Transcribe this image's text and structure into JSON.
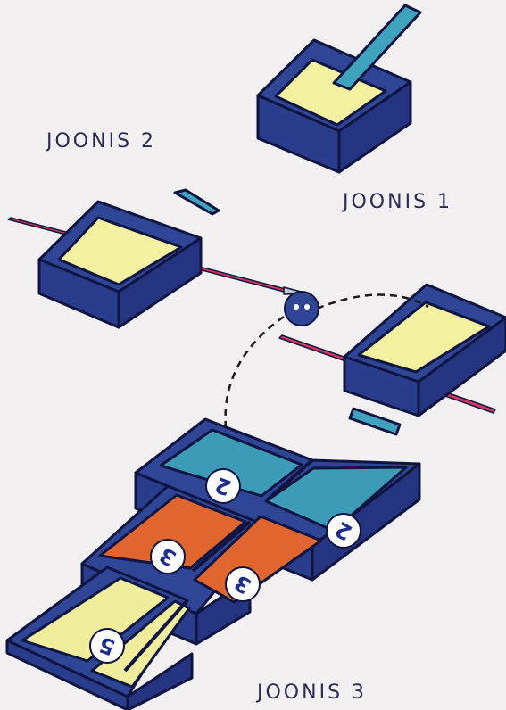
{
  "labels": {
    "fig1": "JOONIS 1",
    "fig2": "JOONIS 2",
    "fig3": "JOONIS 3"
  },
  "box_numbers": [
    "2",
    "2",
    "3",
    "3",
    "5"
  ],
  "colors": {
    "box_blue": "#2f4596",
    "outline": "#0f1540",
    "inner_yellow": "#f3f1a0",
    "strip_cyan": "#3fa3bd",
    "needle_pink": "#d8365f",
    "cell_teal": "#3c9bb6",
    "cell_orange": "#e0652f",
    "cell_yellow": "#f0ee9c"
  }
}
